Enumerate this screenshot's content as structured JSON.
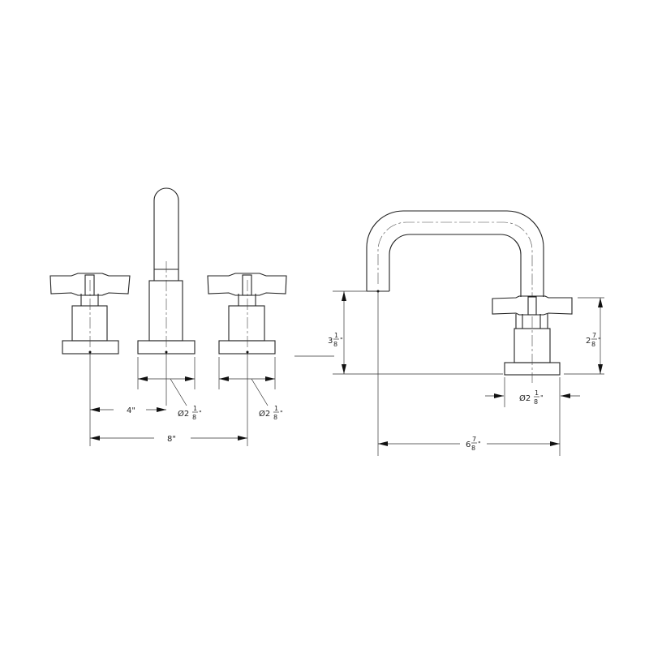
{
  "front_view": {
    "spread_half": {
      "whole": "4",
      "unit": "\""
    },
    "spread_full": {
      "whole": "8",
      "unit": "\""
    },
    "spout_base_diameter": {
      "symbol": "Ø",
      "whole": "2",
      "num": "1",
      "den": "8",
      "unit": "\""
    },
    "handle_base_diameter": {
      "symbol": "Ø",
      "whole": "2",
      "num": "1",
      "den": "8",
      "unit": "\""
    }
  },
  "side_view": {
    "spout_height": {
      "whole": "3",
      "num": "1",
      "den": "8",
      "unit": "\""
    },
    "handle_height": {
      "whole": "2",
      "num": "7",
      "den": "8",
      "unit": "\""
    },
    "base_diameter": {
      "symbol": "Ø",
      "whole": "2",
      "num": "1",
      "den": "8",
      "unit": "\""
    },
    "spout_reach": {
      "whole": "6",
      "num": "7",
      "den": "8",
      "unit": "\""
    }
  },
  "colors": {
    "line": "#222222",
    "background": "#ffffff"
  }
}
